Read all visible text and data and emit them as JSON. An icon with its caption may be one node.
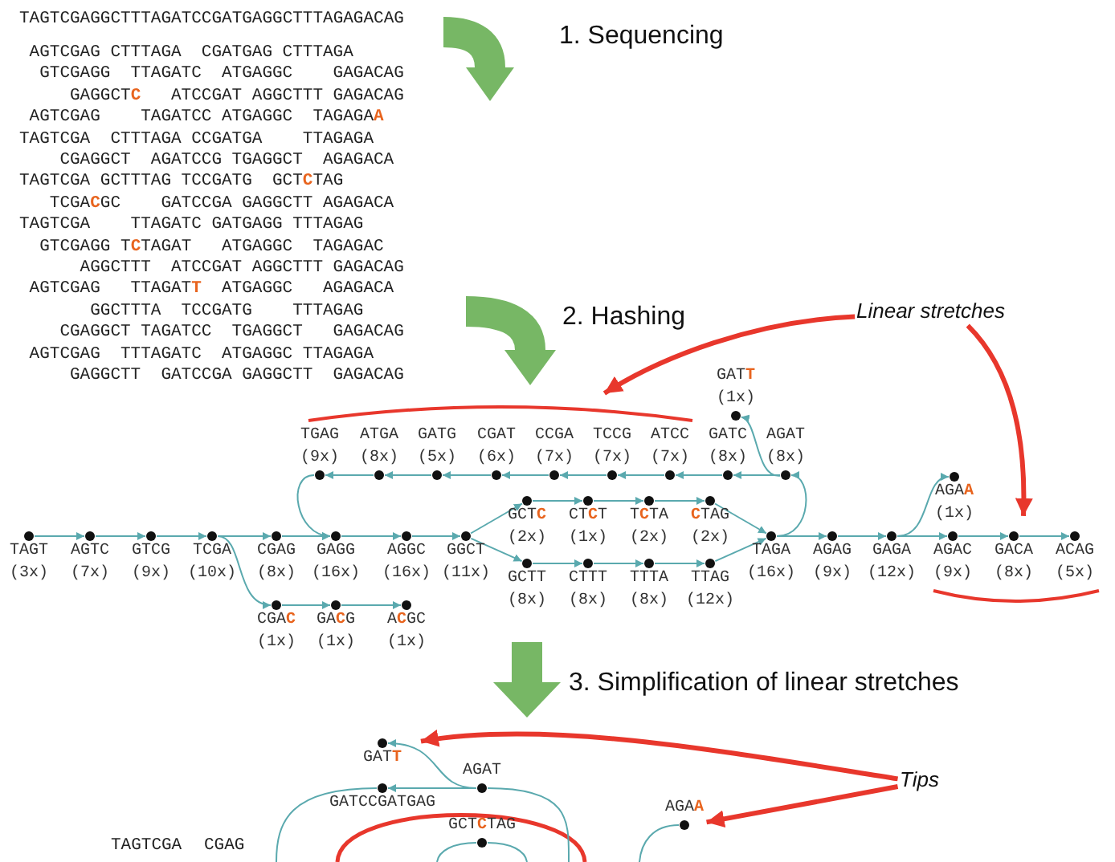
{
  "diagram": {
    "nodes": [
      {
        "text": [],
        "shape": "circle",
        "beside": [
          "GAT**T** (1x)"
        ]
      },
      {
        "text": [],
        "shape": "circle",
        "beside": [
          "TGAG (9x)"
        ]
      },
      {
        "text": [],
        "shape": "circle",
        "beside": [
          "ATGA (8x)"
        ]
      },
      {
        "text": [],
        "shape": "circle",
        "beside": [
          "GATG (5x)"
        ]
      },
      {
        "text": [],
        "shape": "circle",
        "beside": [
          "CGAT (6x)"
        ]
      },
      {
        "text": [],
        "shape": "circle",
        "beside": [
          "CCGA (7x)"
        ]
      },
      {
        "text": [],
        "shape": "circle",
        "beside": [
          "TCCG (7x)"
        ]
      },
      {
        "text": [],
        "shape": "circle",
        "beside": [
          "ATCC (7x)"
        ]
      },
      {
        "text": [],
        "shape": "circle",
        "beside": [
          "GATC (8x)"
        ]
      },
      {
        "text": [],
        "shape": "circle",
        "beside": [
          "AGAT (8x)"
        ]
      },
      {
        "text": [],
        "shape": "circle",
        "beside": [
          "AGA**A** (1x)"
        ]
      },
      {
        "text": [],
        "shape": "circle",
        "beside": [
          "GCT**C** (2x)"
        ]
      },
      {
        "text": [],
        "shape": "circle",
        "beside": [
          "CT**C**T (1x)"
        ]
      },
      {
        "text": [],
        "shape": "circle",
        "beside": [
          "T**C**TA (2x)"
        ]
      },
      {
        "text": [],
        "shape": "circle",
        "beside": [
          "**C**TAG (2x)"
        ]
      },
      {
        "text": [],
        "shape": "circle",
        "beside": [
          "TAGT (3x)"
        ]
      },
      {
        "text": [],
        "shape": "circle",
        "beside": [
          "AGTC (7x)"
        ]
      },
      {
        "text": [],
        "shape": "circle",
        "beside": [
          "GTCG (9x)"
        ]
      },
      {
        "text": [],
        "shape": "circle",
        "beside": [
          "TCGA (10x)"
        ]
      },
      {
        "text": [],
        "shape": "circle",
        "beside": [
          "CGAG (8x)"
        ]
      },
      {
        "text": [],
        "shape": "circle",
        "beside": [
          "GAGG (16x)"
        ]
      },
      {
        "text": [],
        "shape": "circle",
        "beside": [
          "AGGC (16x)"
        ]
      },
      {
        "text": [],
        "shape": "circle",
        "beside": [
          "GGCT (11x)"
        ]
      },
      {
        "text": [],
        "shape": "circle",
        "beside": [
          "TAGA (16x)"
        ]
      },
      {
        "text": [],
        "shape": "circle",
        "beside": [
          "AGAG (9x)"
        ]
      },
      {
        "text": [],
        "shape": "circle",
        "beside": [
          "GAGA (12x)"
        ]
      },
      {
        "text": [],
        "shape": "circle",
        "beside": [
          "AGAC (9x)"
        ]
      },
      {
        "text": [],
        "shape": "circle",
        "beside": [
          "GACA (8x)"
        ]
      },
      {
        "text": [],
        "shape": "circle",
        "beside": [
          "ACAG (5x)"
        ]
      },
      {
        "text": [],
        "shape": "circle",
        "beside": [
          "GCTT (8x)"
        ]
      },
      {
        "text": [],
        "shape": "circle",
        "beside": [
          "CTTT (8x)"
        ]
      },
      {
        "text": [],
        "shape": "circle",
        "beside": [
          "TTTA (8x)"
        ]
      },
      {
        "text": [],
        "shape": "circle",
        "beside": [
          "TTAG (12x)"
        ]
      },
      {
        "text": [],
        "shape": "circle",
        "beside": [
          "CGA**C** (1x)"
        ]
      },
      {
        "text": [],
        "shape": "circle",
        "beside": [
          "GA**C**G (1x)"
        ]
      },
      {
        "text": [],
        "shape": "circle",
        "beside": [
          "A**C**GC (1x)"
        ]
      },
      {
        "text": [
          "Linear stretches"
        ]
      },
      {
        "text": [],
        "shape": "circle",
        "beside": [
          "GAT**T**"
        ]
      },
      {
        "text": [],
        "shape": "circle",
        "beside": [
          "AGAT"
        ]
      },
      {
        "text": [],
        "shape": "circle",
        "beside": [
          "GATCCGATGAG"
        ]
      },
      {
        "text": [
          "Tips"
        ]
      },
      {
        "text": [],
        "shape": "circle",
        "beside": [
          "GCT**C**TAG"
        ]
      },
      {
        "text": [],
        "shape": "circle",
        "beside": [
          "AGA**A**"
        ]
      }
    ],
    "edges": [
      {
        "from": 15,
        "to": 16,
        "arrow": "to"
      },
      {
        "from": 16,
        "to": 17,
        "arrow": "to"
      },
      {
        "from": 17,
        "to": 18,
        "arrow": "to"
      },
      {
        "from": 18,
        "to": 19,
        "arrow": "to"
      },
      {
        "from": 19,
        "to": 20,
        "arrow": "to"
      },
      {
        "from": 20,
        "to": 21,
        "arrow": "to"
      },
      {
        "from": 21,
        "to": 22,
        "arrow": "to"
      },
      {
        "from": 22,
        "to": 11,
        "arrow": "to"
      },
      {
        "from": 11,
        "to": 12,
        "arrow": "to"
      },
      {
        "from": 12,
        "to": 13,
        "arrow": "to"
      },
      {
        "from": 13,
        "to": 14,
        "arrow": "to"
      },
      {
        "from": 14,
        "to": 23,
        "arrow": "to"
      },
      {
        "from": 22,
        "to": 29,
        "arrow": "to"
      },
      {
        "from": 29,
        "to": 30,
        "arrow": "to"
      },
      {
        "from": 30,
        "to": 31,
        "arrow": "to"
      },
      {
        "from": 31,
        "to": 32,
        "arrow": "to"
      },
      {
        "from": 32,
        "to": 23,
        "arrow": "to"
      },
      {
        "from": 23,
        "to": 9,
        "arrow": "to"
      },
      {
        "from": 9,
        "to": 8,
        "arrow": "to"
      },
      {
        "from": 8,
        "to": 7,
        "arrow": "to"
      },
      {
        "from": 7,
        "to": 6,
        "arrow": "to"
      },
      {
        "from": 6,
        "to": 5,
        "arrow": "to"
      },
      {
        "from": 5,
        "to": 4,
        "arrow": "to"
      },
      {
        "from": 4,
        "to": 3,
        "arrow": "to"
      },
      {
        "from": 3,
        "to": 2,
        "arrow": "to"
      },
      {
        "from": 2,
        "to": 1,
        "arrow": "to"
      },
      {
        "from": 1,
        "to": 20,
        "arrow": "to"
      },
      {
        "from": 9,
        "to": 0,
        "arrow": "to"
      },
      {
        "from": 23,
        "to": 24,
        "arrow": "to"
      },
      {
        "from": 24,
        "to": 25,
        "arrow": "to"
      },
      {
        "from": 25,
        "to": 26,
        "arrow": "to"
      },
      {
        "from": 26,
        "to": 27,
        "arrow": "to"
      },
      {
        "from": 27,
        "to": 28,
        "arrow": "to"
      },
      {
        "from": 25,
        "to": 10,
        "arrow": "to"
      },
      {
        "from": 18,
        "to": 33,
        "arrow": "to"
      },
      {
        "from": 33,
        "to": 34,
        "arrow": "to"
      },
      {
        "from": 34,
        "to": 35,
        "arrow": "to"
      },
      {
        "from": 36,
        "to": 6,
        "arrow": "to",
        "style": "thick",
        "color": "#e8372c"
      },
      {
        "from": 36,
        "to": 27,
        "arrow": "to",
        "style": "thick",
        "color": "#e8372c"
      },
      {
        "from": 38,
        "to": 37,
        "arrow": "to"
      },
      {
        "from": 38,
        "to": 39,
        "arrow": "to"
      },
      {
        "from": 40,
        "to": 37,
        "arrow": "to",
        "style": "thick",
        "color": "#e8372c"
      },
      {
        "from": 40,
        "to": 42,
        "arrow": "to",
        "style": "thick",
        "color": "#e8372c"
      },
      {
        "from": 39,
        "to": null,
        "arrow": "none"
      },
      {
        "from": 38,
        "to": null,
        "arrow": "none"
      },
      {
        "from": 41,
        "to": null,
        "arrow": "none"
      },
      {
        "from": 41,
        "to": null,
        "arrow": "none"
      },
      {
        "from": 42,
        "to": null,
        "arrow": "none"
      }
    ],
    "labels": [
      "TAGTCGAGGCTTTAGATCCGATGAGGCTTTAGAGACAG",
      "1. Sequencing",
      "AGTCGAG",
      "CTTTAGA",
      "CGATGAG",
      "CTTTAGA",
      "GTCGAGG",
      "TTAGATC",
      "ATGAGGC",
      "GAGACAG",
      "GAGGCT**C**",
      "ATCCGAT",
      "AGGCTTT",
      "GAGACAG",
      "AGTCGAG",
      "TAGATCC",
      "ATGAGGC",
      "TAGAGA**A**",
      "TAGTCGA",
      "CTTTAGA",
      "CCGATGA",
      "TTAGAGA",
      "CGAGGCT",
      "AGATCCG",
      "TGAGGCT",
      "AGAGACA",
      "TAGTCGA",
      "GCTTTAG",
      "TCCGATG",
      "GCT**C**TAG",
      "TCGA**C**GC",
      "GATCCGA",
      "GAGGCTT",
      "AGAGACA",
      "TAGTCGA",
      "TTAGATC",
      "GATGAGG",
      "TTTAGAG",
      "GTCGAGG",
      "T**C**TAGAT",
      "ATGAGGC",
      "TAGAGAC",
      "AGGCTTT",
      "ATCCGAT",
      "AGGCTTT",
      "GAGACAG",
      "AGTCGAG",
      "TTAGAT**T**",
      "ATGAGGC",
      "AGAGACA",
      "GGCTTTA",
      "TCCGATG",
      "TTTAGAG",
      "CGAGGCT",
      "TAGATCC",
      "TGAGGCT",
      "GAGACAG",
      "AGTCGAG",
      "TTTAGATC",
      "ATGAGGC",
      "TTAGAGA",
      "GAGGCTT",
      "GATCCGA",
      "GAGGCTT",
      "GAGACAG",
      "2. Hashing",
      "3. Simplification of linear stretches",
      "TAGTCGA",
      "CGAG"
    ]
  }
}
